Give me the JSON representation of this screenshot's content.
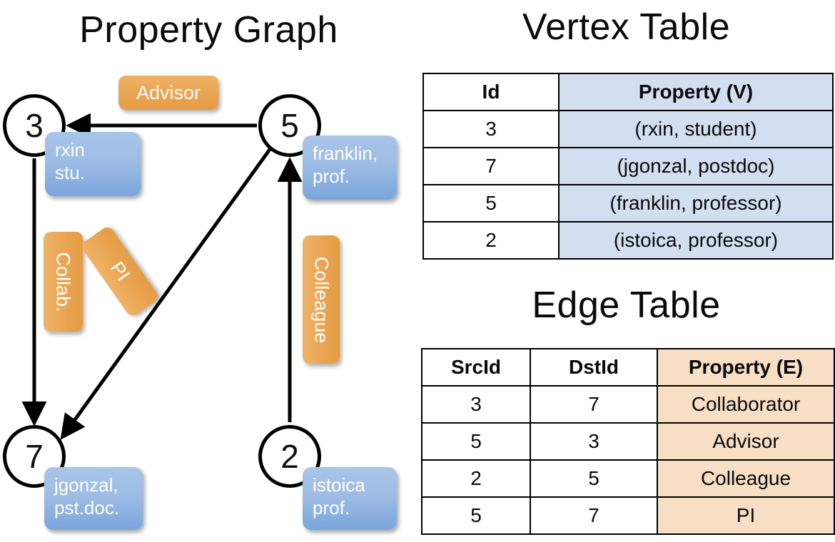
{
  "titles": {
    "property_graph": "Property Graph",
    "vertex_table": "Vertex Table",
    "edge_table": "Edge Table"
  },
  "colors": {
    "vertex_property_fill": "#d3dff1",
    "edge_property_fill": "#f7dfc5",
    "vertex_box_blue": "#9ebde5",
    "edge_label_orange": "#e9a350",
    "stroke": "#000000"
  },
  "graph": {
    "nodes": [
      {
        "id": "3",
        "property_line1": "rxin",
        "property_line2": "stu."
      },
      {
        "id": "5",
        "property_line1": "franklin,",
        "property_line2": "prof."
      },
      {
        "id": "7",
        "property_line1": "jgonzal,",
        "property_line2": "pst.doc."
      },
      {
        "id": "2",
        "property_line1": "istoica",
        "property_line2": "prof."
      }
    ],
    "edge_labels": [
      {
        "name": "advisor",
        "text": "Advisor"
      },
      {
        "name": "collab",
        "text": "Collab."
      },
      {
        "name": "pi",
        "text": "PI"
      },
      {
        "name": "colleague",
        "text": "Colleague"
      }
    ],
    "edges": [
      {
        "src": "5",
        "dst": "3",
        "label": "Advisor"
      },
      {
        "src": "3",
        "dst": "7",
        "label": "Collab."
      },
      {
        "src": "5",
        "dst": "7",
        "label": "PI"
      },
      {
        "src": "2",
        "dst": "5",
        "label": "Colleague"
      }
    ]
  },
  "vertex_table": {
    "headers": [
      "Id",
      "Property (V)"
    ],
    "rows": [
      {
        "id": "3",
        "property": "(rxin, student)"
      },
      {
        "id": "7",
        "property": "(jgonzal, postdoc)"
      },
      {
        "id": "5",
        "property": "(franklin, professor)"
      },
      {
        "id": "2",
        "property": "(istoica, professor)"
      }
    ]
  },
  "edge_table": {
    "headers": [
      "SrcId",
      "DstId",
      "Property (E)"
    ],
    "rows": [
      {
        "src": "3",
        "dst": "7",
        "property": "Collaborator"
      },
      {
        "src": "5",
        "dst": "3",
        "property": "Advisor"
      },
      {
        "src": "2",
        "dst": "5",
        "property": "Colleague"
      },
      {
        "src": "5",
        "dst": "7",
        "property": "PI"
      }
    ]
  }
}
